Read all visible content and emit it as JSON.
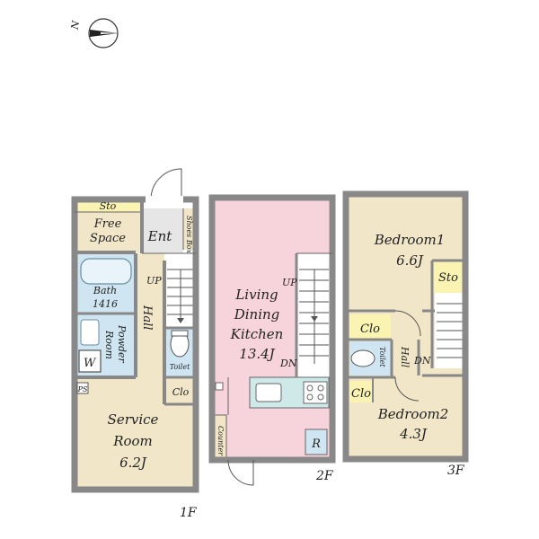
{
  "compass": {
    "label": "N"
  },
  "floor1": {
    "floor_label": "1F",
    "storage_top": "Sto",
    "free_space": [
      "Free",
      "Space"
    ],
    "entrance": "Ent",
    "shoes_box": "Shoes Box",
    "bath": [
      "Bath",
      "1416"
    ],
    "hall": "Hall",
    "up": "UP",
    "washer": "W",
    "powder_room": [
      "Powder",
      "Room"
    ],
    "toilet": "Toilet",
    "closet": "Clo",
    "ps": "PS",
    "service_room": [
      "Service",
      "Room",
      "6.2J"
    ]
  },
  "floor2": {
    "floor_label": "2F",
    "ldk": [
      "Living",
      "Dining",
      "Kitchen",
      "13.4J"
    ],
    "up": "UP",
    "dn": "DN",
    "counter": "Counter",
    "fridge": "R"
  },
  "floor3": {
    "floor_label": "3F",
    "bedroom1": [
      "Bedroom1",
      "6.6J"
    ],
    "storage": "Sto",
    "closet1": "Clo",
    "toilet": "Toilet",
    "hall": "Hall",
    "dn": "DN",
    "closet2": "Clo",
    "bedroom2": [
      "Bedroom2",
      "4.3J"
    ]
  },
  "colors": {
    "room_beige": "#f2e6c9",
    "bath_blue": "#cfe6f2",
    "ldk_pink": "#f7d3dc",
    "storage_yellow": "#fbf3b2",
    "entrance_gray": "#e6e6e6",
    "counter_teal": "#cfe9e9"
  }
}
